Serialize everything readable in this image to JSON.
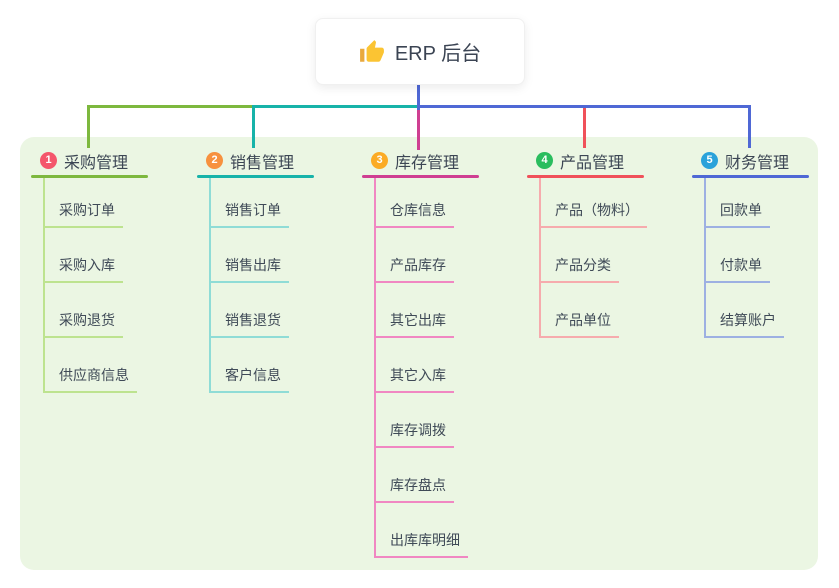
{
  "root": {
    "label": "ERP 后台",
    "icon": "thumbs-up-icon",
    "card_bg": "#ffffff",
    "text_color": "#3b4453",
    "connector_color": "#4f68d5"
  },
  "panel": {
    "bg_color": "#ebf6e3"
  },
  "branches": [
    {
      "index": "1",
      "title": "采购管理",
      "line_color": "#7db83e",
      "pale_color": "#bde38f",
      "badge_color": "#f4566b",
      "items": [
        "采购订单",
        "采购入库",
        "采购退货",
        "供应商信息"
      ]
    },
    {
      "index": "2",
      "title": "销售管理",
      "line_color": "#17b3a9",
      "pale_color": "#8fdcd6",
      "badge_color": "#f7913e",
      "items": [
        "销售订单",
        "销售出库",
        "销售退货",
        "客户信息"
      ]
    },
    {
      "index": "3",
      "title": "库存管理",
      "line_color": "#cf3f92",
      "pale_color": "#f087c2",
      "badge_color": "#fbab25",
      "items": [
        "仓库信息",
        "产品库存",
        "其它出库",
        "其它入库",
        "库存调拨",
        "库存盘点",
        "出库库明细"
      ]
    },
    {
      "index": "4",
      "title": "产品管理",
      "line_color": "#f0515a",
      "pale_color": "#f6abad",
      "badge_color": "#2abd5e",
      "items": [
        "产品（物料）",
        "产品分类",
        "产品单位"
      ]
    },
    {
      "index": "5",
      "title": "财务管理",
      "line_color": "#4f68d5",
      "pale_color": "#9db0e2",
      "badge_color": "#2aa2da",
      "items": [
        "回款单",
        "付款单",
        "结算账户"
      ]
    }
  ]
}
